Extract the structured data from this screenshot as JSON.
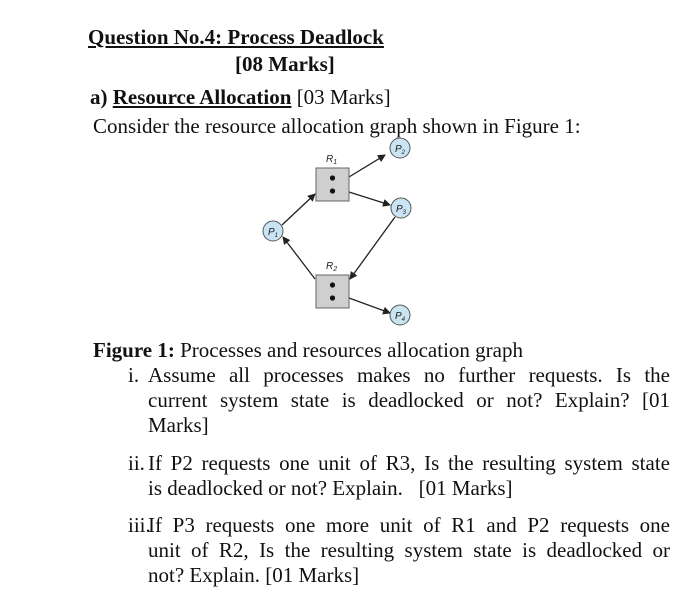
{
  "heading": {
    "title": "Question No.4: Process Deadlock",
    "marks": "[08 Marks]"
  },
  "section": {
    "label": "a)",
    "name": "Resource Allocation",
    "marks": "[03 Marks]"
  },
  "intro": "Consider the resource allocation graph shown in Figure 1:",
  "graph": {
    "resources": [
      {
        "label": "R",
        "sub": "1"
      },
      {
        "label": "R",
        "sub": "2"
      }
    ],
    "processes": [
      {
        "label": "P",
        "sub": "1"
      },
      {
        "label": "P",
        "sub": "2"
      },
      {
        "label": "P",
        "sub": "3"
      },
      {
        "label": "P",
        "sub": "4"
      }
    ]
  },
  "caption": {
    "label": "Figure 1:",
    "text": "Processes and resources allocation graph"
  },
  "questions": [
    {
      "num": "i.",
      "lines": [
        "Assume all processes makes no further requests. Is the",
        "current system state is deadlocked or not? Explain? [01",
        "Marks]"
      ]
    },
    {
      "num": "ii.",
      "lines": [
        "If P2 requests one unit of R3, Is the resulting system state",
        "is deadlocked or not? Explain.   [01 Marks]"
      ]
    },
    {
      "num": "iii.",
      "lines": [
        "If P3 requests one more unit of R1 and P2 requests one",
        "unit of R2, Is the resulting system state is deadlocked or",
        "not? Explain. [01 Marks]"
      ]
    }
  ]
}
